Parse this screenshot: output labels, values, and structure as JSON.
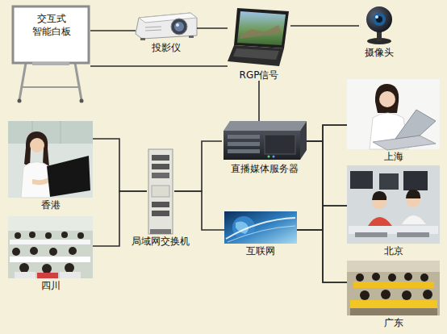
{
  "diagram": {
    "nodes": [
      {
        "text": [
          "交互式 智能白板"
        ]
      },
      {
        "text": [
          "投影仪"
        ]
      },
      {
        "text": [
          "RGP信号"
        ]
      },
      {
        "text": [
          "摄像头"
        ]
      },
      {
        "text": [
          "香港"
        ]
      },
      {
        "text": [
          "四川"
        ]
      },
      {
        "text": [
          "局域网交换机"
        ]
      },
      {
        "text": [
          "直播媒体服务器"
        ]
      },
      {
        "text": [
          "互联网"
        ]
      },
      {
        "text": [
          "上海"
        ]
      },
      {
        "text": [
          "北京"
        ]
      },
      {
        "text": [
          "广东"
        ]
      }
    ],
    "edges": [
      {
        "from": 0,
        "to": 1,
        "arrow": "none"
      },
      {
        "from": 1,
        "to": 2,
        "arrow": "none"
      },
      {
        "from": 2,
        "to": 3,
        "arrow": "none"
      },
      {
        "from": 0,
        "to": 2,
        "arrow": "none"
      },
      {
        "from": 2,
        "to": 7,
        "arrow": "none"
      },
      {
        "from": 4,
        "to": 6,
        "arrow": "none"
      },
      {
        "from": 5,
        "to": 6,
        "arrow": "none"
      },
      {
        "from": 6,
        "to": 7,
        "arrow": "none"
      },
      {
        "from": 6,
        "to": 8,
        "arrow": "none"
      },
      {
        "from": 7,
        "to": 9,
        "arrow": "none"
      },
      {
        "from": 7,
        "to": 10,
        "arrow": "none"
      },
      {
        "from": 7,
        "to": 11,
        "arrow": "none"
      },
      {
        "from": 8,
        "to": 9,
        "arrow": "none"
      },
      {
        "from": 8,
        "to": 10,
        "arrow": "none"
      },
      {
        "from": 8,
        "to": 11,
        "arrow": "none"
      }
    ]
  }
}
